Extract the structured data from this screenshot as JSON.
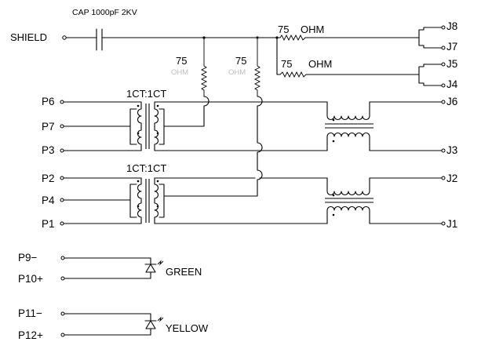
{
  "capacitor": {
    "value": "CAP  1000pF  2KV"
  },
  "shield_label": "SHIELD",
  "resistor_top_1": {
    "value": "75",
    "unit": "OHM"
  },
  "resistor_top_2": {
    "value": "75",
    "unit": "OHM"
  },
  "resistor_vert_1": {
    "value": "75",
    "unit": "OHM"
  },
  "resistor_vert_2": {
    "value": "75",
    "unit": "OHM"
  },
  "transformer_1": {
    "ratio": "1CT:1CT"
  },
  "transformer_2": {
    "ratio": "1CT:1CT"
  },
  "left_pins": [
    "P6",
    "P7",
    "P3",
    "P2",
    "P4",
    "P1"
  ],
  "right_pins": [
    "J8",
    "J7",
    "J5",
    "J4",
    "J6",
    "J3",
    "J2",
    "J1"
  ],
  "led_green": {
    "minus": "P9−",
    "plus": "P10+",
    "color_label": "GREEN"
  },
  "led_yellow": {
    "minus": "P11−",
    "plus": "P12+",
    "color_label": "YELLOW"
  }
}
